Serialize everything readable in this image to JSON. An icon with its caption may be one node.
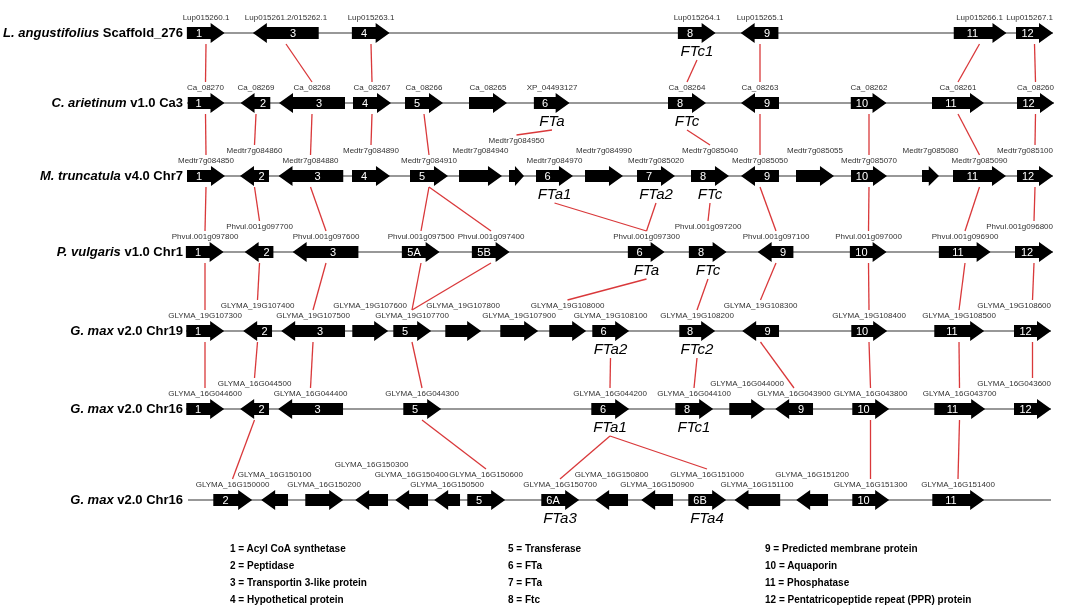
{
  "diagram": {
    "nodes": [
      {
        "text": [
          "1"
        ],
        "beside": [
          "Lup015260.1"
        ]
      },
      {
        "text": [
          "3"
        ],
        "beside": [
          "Lup015261.2/015262.1"
        ]
      },
      {
        "text": [
          "4"
        ],
        "beside": [
          "Lup015263.1"
        ]
      },
      {
        "text": [
          "8"
        ],
        "beside": [
          "Lup015264.1",
          "FTc1"
        ]
      },
      {
        "text": [
          "9"
        ],
        "beside": [
          "Lup015265.1"
        ]
      },
      {
        "text": [
          "11"
        ],
        "beside": [
          "Lup015266.1"
        ]
      },
      {
        "text": [
          "12"
        ],
        "beside": [
          "Lup015267.1"
        ]
      },
      {
        "text": [
          "1"
        ],
        "beside": [
          "Ca_08270"
        ]
      },
      {
        "text": [
          "2"
        ],
        "beside": [
          "Ca_08269"
        ]
      },
      {
        "text": [
          "3"
        ],
        "beside": [
          "Ca_08268"
        ]
      },
      {
        "text": [
          "4"
        ],
        "beside": [
          "Ca_08267"
        ]
      },
      {
        "text": [
          "5"
        ],
        "beside": [
          "Ca_08266"
        ]
      },
      {
        "text": [],
        "shape": "arrow",
        "beside": [
          "Ca_08265"
        ]
      },
      {
        "text": [
          "6"
        ],
        "beside": [
          "XP_04493127",
          "FTa"
        ]
      },
      {
        "text": [
          "8"
        ],
        "beside": [
          "Ca_08264",
          "FTc"
        ]
      },
      {
        "text": [
          "9"
        ],
        "beside": [
          "Ca_08263"
        ]
      },
      {
        "text": [
          "10"
        ],
        "beside": [
          "Ca_08262"
        ]
      },
      {
        "text": [
          "11"
        ],
        "beside": [
          "Ca_08261"
        ]
      },
      {
        "text": [
          "12"
        ],
        "beside": [
          "Ca_08260"
        ]
      },
      {
        "text": [
          "1"
        ],
        "beside": [
          "Medtr7g084850"
        ]
      },
      {
        "text": [
          "2"
        ],
        "beside": [
          "Medtr7g084860"
        ]
      },
      {
        "text": [
          "3"
        ],
        "beside": [
          "Medtr7g084880"
        ]
      },
      {
        "text": [
          "4"
        ],
        "beside": [
          "Medtr7g084890"
        ]
      },
      {
        "text": [
          "5"
        ],
        "beside": [
          "Medtr7g084910"
        ]
      },
      {
        "text": [],
        "shape": "arrow",
        "beside": [
          "Medtr7g084940"
        ]
      },
      {
        "text": [],
        "shape": "arrow",
        "beside": [
          "Medtr7g084950"
        ]
      },
      {
        "text": [
          "6"
        ],
        "beside": [
          "Medtr7g084970",
          "FTa1"
        ]
      },
      {
        "text": [],
        "shape": "arrow",
        "beside": [
          "Medtr7g084990"
        ]
      },
      {
        "text": [
          "7"
        ],
        "beside": [
          "Medtr7g085020",
          "FTa2"
        ]
      },
      {
        "text": [
          "8"
        ],
        "beside": [
          "Medtr7g085040",
          "FTc"
        ]
      },
      {
        "text": [
          "9"
        ],
        "beside": [
          "Medtr7g085050"
        ]
      },
      {
        "text": [],
        "shape": "arrow",
        "beside": [
          "Medtr7g085055"
        ]
      },
      {
        "text": [
          "10"
        ],
        "beside": [
          "Medtr7g085070"
        ]
      },
      {
        "text": [],
        "shape": "arrow",
        "beside": [
          "Medtr7g085080"
        ]
      },
      {
        "text": [
          "11"
        ],
        "beside": [
          "Medtr7g085090"
        ]
      },
      {
        "text": [
          "12"
        ],
        "beside": [
          "Medtr7g085100"
        ]
      },
      {
        "text": [
          "1"
        ],
        "beside": [
          "Phvul.001g097800"
        ]
      },
      {
        "text": [
          "2"
        ],
        "beside": [
          "Phvul.001g097700"
        ]
      },
      {
        "text": [
          "3"
        ],
        "beside": [
          "Phvul.001g097600"
        ]
      },
      {
        "text": [
          "5A"
        ],
        "beside": [
          "Phvul.001g097500"
        ]
      },
      {
        "text": [
          "5B"
        ],
        "beside": [
          "Phvul.001g097400"
        ]
      },
      {
        "text": [
          "6"
        ],
        "beside": [
          "Phvul.001g097300",
          "FTa"
        ]
      },
      {
        "text": [
          "8"
        ],
        "beside": [
          "Phvul.001g097200",
          "FTc"
        ]
      },
      {
        "text": [
          "9"
        ],
        "beside": [
          "Phvul.001g097100"
        ]
      },
      {
        "text": [
          "10"
        ],
        "beside": [
          "Phvul.001g097000"
        ]
      },
      {
        "text": [
          "11"
        ],
        "beside": [
          "Phvul.001g096900"
        ]
      },
      {
        "text": [
          "12"
        ],
        "beside": [
          "Phvul.001g096800"
        ]
      },
      {
        "text": [
          "1"
        ],
        "beside": [
          "GLYMA_19G107300"
        ]
      },
      {
        "text": [
          "2"
        ],
        "beside": [
          "GLYMA_19G107400"
        ]
      },
      {
        "text": [
          "3"
        ],
        "beside": [
          "GLYMA_19G107500"
        ]
      },
      {
        "text": [],
        "shape": "arrow",
        "beside": [
          "GLYMA_19G107600"
        ]
      },
      {
        "text": [
          "5"
        ],
        "beside": [
          "GLYMA_19G107700"
        ]
      },
      {
        "text": [],
        "shape": "arrow",
        "beside": [
          "GLYMA_19G107800"
        ]
      },
      {
        "text": [],
        "shape": "arrow",
        "beside": [
          "GLYMA_19G107900"
        ]
      },
      {
        "text": [],
        "shape": "arrow",
        "beside": [
          "GLYMA_19G108000"
        ]
      },
      {
        "text": [
          "6"
        ],
        "beside": [
          "GLYMA_19G108100",
          "FTa2"
        ]
      },
      {
        "text": [
          "8"
        ],
        "beside": [
          "GLYMA_19G108200",
          "FTc2"
        ]
      },
      {
        "text": [
          "9"
        ],
        "beside": [
          "GLYMA_19G108300"
        ]
      },
      {
        "text": [
          "10"
        ],
        "beside": [
          "GLYMA_19G108400"
        ]
      },
      {
        "text": [
          "11"
        ],
        "beside": [
          "GLYMA_19G108500"
        ]
      },
      {
        "text": [
          "12"
        ],
        "beside": [
          "GLYMA_19G108600"
        ]
      },
      {
        "text": [
          "1"
        ],
        "beside": [
          "GLYMA_16G044600"
        ]
      },
      {
        "text": [
          "2"
        ],
        "beside": [
          "GLYMA_16G044500"
        ]
      },
      {
        "text": [
          "3"
        ],
        "beside": [
          "GLYMA_16G044400"
        ]
      },
      {
        "text": [
          "5"
        ],
        "beside": [
          "GLYMA_16G044300"
        ]
      },
      {
        "text": [
          "6"
        ],
        "beside": [
          "GLYMA_16G044200",
          "FTa1"
        ]
      },
      {
        "text": [
          "8"
        ],
        "beside": [
          "GLYMA_16G044100",
          "FTc1"
        ]
      },
      {
        "text": [],
        "shape": "arrow",
        "beside": [
          "GLYMA_16G044000"
        ]
      },
      {
        "text": [
          "9"
        ],
        "beside": [
          "GLYMA_16G043900"
        ]
      },
      {
        "text": [
          "10"
        ],
        "beside": [
          "GLYMA_16G043800"
        ]
      },
      {
        "text": [
          "11"
        ],
        "beside": [
          "GLYMA_16G043700"
        ]
      },
      {
        "text": [
          "12"
        ],
        "beside": [
          "GLYMA_16G043600"
        ]
      },
      {
        "text": [
          "2"
        ],
        "beside": [
          "GLYMA_16G150000"
        ]
      },
      {
        "text": [],
        "shape": "arrow",
        "beside": [
          "GLYMA_16G150100"
        ]
      },
      {
        "text": [],
        "shape": "arrow",
        "beside": [
          "GLYMA_16G150200"
        ]
      },
      {
        "text": [],
        "shape": "arrow",
        "beside": [
          "GLYMA_16G150300"
        ]
      },
      {
        "text": [],
        "shape": "arrow",
        "beside": [
          "GLYMA_16G150400"
        ]
      },
      {
        "text": [],
        "shape": "arrow",
        "beside": [
          "GLYMA_16G150500"
        ]
      },
      {
        "text": [
          "5"
        ],
        "beside": [
          "GLYMA_16G150600"
        ]
      },
      {
        "text": [
          "6A"
        ],
        "beside": [
          "GLYMA_16G150700",
          "FTa3"
        ]
      },
      {
        "text": [],
        "shape": "arrow",
        "beside": [
          "GLYMA_16G150800"
        ]
      },
      {
        "text": [],
        "shape": "arrow",
        "beside": [
          "GLYMA_16G150900"
        ]
      },
      {
        "text": [
          "6B"
        ],
        "beside": [
          "GLYMA_16G151000",
          "FTa4"
        ]
      },
      {
        "text": [],
        "shape": "arrow",
        "beside": [
          "GLYMA_16G151100"
        ]
      },
      {
        "text": [],
        "shape": "arrow",
        "beside": [
          "GLYMA_16G151200"
        ]
      },
      {
        "text": [
          "10"
        ],
        "beside": [
          "GLYMA_16G151300"
        ]
      },
      {
        "text": [
          "11"
        ],
        "beside": [
          "GLYMA_16G151400"
        ]
      }
    ],
    "edges": [
      {
        "from": 0,
        "to": 7,
        "arrow": "none"
      },
      {
        "from": 1,
        "to": 9,
        "arrow": "none"
      },
      {
        "from": 2,
        "to": 10,
        "arrow": "none"
      },
      {
        "from": 3,
        "to": 14,
        "arrow": "none"
      },
      {
        "from": 4,
        "to": 15,
        "arrow": "none"
      },
      {
        "from": 5,
        "to": 17,
        "arrow": "none"
      },
      {
        "from": 6,
        "to": 18,
        "arrow": "none"
      },
      {
        "from": 7,
        "to": 19,
        "arrow": "none"
      },
      {
        "from": 8,
        "to": 20,
        "arrow": "none"
      },
      {
        "from": 9,
        "to": 21,
        "arrow": "none"
      },
      {
        "from": 10,
        "to": 22,
        "arrow": "none"
      },
      {
        "from": 11,
        "to": 23,
        "arrow": "none"
      },
      {
        "from": 13,
        "to": 25,
        "arrow": "none"
      },
      {
        "from": 14,
        "to": 29,
        "arrow": "none"
      },
      {
        "from": 15,
        "to": 30,
        "arrow": "none"
      },
      {
        "from": 16,
        "to": 32,
        "arrow": "none"
      },
      {
        "from": 17,
        "to": 34,
        "arrow": "none"
      },
      {
        "from": 18,
        "to": 35,
        "arrow": "none"
      },
      {
        "from": 19,
        "to": 36,
        "arrow": "none"
      },
      {
        "from": 20,
        "to": 37,
        "arrow": "none"
      },
      {
        "from": 21,
        "to": 38,
        "arrow": "none"
      },
      {
        "from": 23,
        "to": 39,
        "arrow": "none"
      },
      {
        "from": 23,
        "to": 40,
        "arrow": "none"
      },
      {
        "from": 26,
        "to": 41,
        "arrow": "none"
      },
      {
        "from": 28,
        "to": 41,
        "arrow": "none"
      },
      {
        "from": 29,
        "to": 42,
        "arrow": "none"
      },
      {
        "from": 30,
        "to": 43,
        "arrow": "none"
      },
      {
        "from": 32,
        "to": 44,
        "arrow": "none"
      },
      {
        "from": 34,
        "to": 45,
        "arrow": "none"
      },
      {
        "from": 35,
        "to": 46,
        "arrow": "none"
      },
      {
        "from": 36,
        "to": 47,
        "arrow": "none"
      },
      {
        "from": 37,
        "to": 48,
        "arrow": "none"
      },
      {
        "from": 38,
        "to": 49,
        "arrow": "none"
      },
      {
        "from": 39,
        "to": 51,
        "arrow": "none"
      },
      {
        "from": 40,
        "to": 51,
        "arrow": "none"
      },
      {
        "from": 41,
        "to": 54,
        "arrow": "none"
      },
      {
        "from": 42,
        "to": 56,
        "arrow": "none"
      },
      {
        "from": 43,
        "to": 57,
        "arrow": "none"
      },
      {
        "from": 44,
        "to": 58,
        "arrow": "none"
      },
      {
        "from": 45,
        "to": 59,
        "arrow": "none"
      },
      {
        "from": 46,
        "to": 60,
        "arrow": "none"
      },
      {
        "from": 47,
        "to": 61,
        "arrow": "none"
      },
      {
        "from": 48,
        "to": 62,
        "arrow": "none"
      },
      {
        "from": 49,
        "to": 63,
        "arrow": "none"
      },
      {
        "from": 51,
        "to": 64,
        "arrow": "none"
      },
      {
        "from": 55,
        "to": 65,
        "arrow": "none"
      },
      {
        "from": 56,
        "to": 66,
        "arrow": "none"
      },
      {
        "from": 57,
        "to": 68,
        "arrow": "none"
      },
      {
        "from": 58,
        "to": 69,
        "arrow": "none"
      },
      {
        "from": 59,
        "to": 70,
        "arrow": "none"
      },
      {
        "from": 60,
        "to": 71,
        "arrow": "none"
      },
      {
        "from": 62,
        "to": 72,
        "arrow": "none"
      },
      {
        "from": 64,
        "to": 78,
        "arrow": "none"
      },
      {
        "from": 65,
        "to": 79,
        "arrow": "none"
      },
      {
        "from": 65,
        "to": 82,
        "arrow": "none"
      },
      {
        "from": 69,
        "to": 85,
        "arrow": "none"
      },
      {
        "from": 70,
        "to": 86,
        "arrow": "none"
      }
    ],
    "labels": [
      "*L. angustifolius* Scaffold_276",
      "*C. arietinum* v1.0 Ca3",
      "*M. truncatula* v4.0 Chr7",
      "*P. vulgaris* v1.0 Chr1",
      "*G. max* v2.0 Chr19",
      "*G. max* v2.0 Chr16",
      "*G. max* v2.0 Chr16",
      "1 = Acyl CoA synthetase",
      "2 = Peptidase",
      "3 = Transportin 3-like protein",
      "4 = Hypothetical protein",
      "5 = Transferase",
      "6 = FTa",
      "7 = FTa",
      "8 = Ftc",
      "9 = Predicted membrane protein",
      "10 = Aquaporin",
      "11 = Phosphatase",
      "12 = Pentatricopeptide repeat (PPR) protein"
    ]
  }
}
